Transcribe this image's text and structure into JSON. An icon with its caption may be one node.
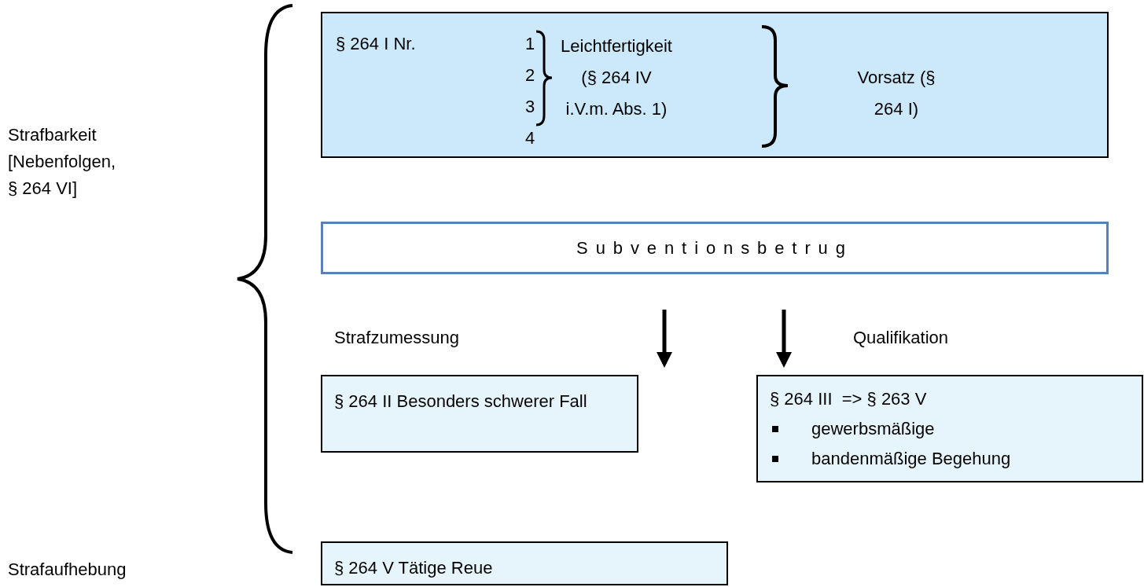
{
  "diagram": {
    "nodes": [
      {
        "text": [
          "§ 264 I Nr.",
          "1",
          "2",
          "3",
          "4",
          "Leichtfertigkeit (§ 264 IV i.V.m. Abs. 1)",
          "Vorsatz (§ 264 I)"
        ]
      },
      {
        "text": [
          "Subventionsbetrug"
        ]
      },
      {
        "text": [
          "§ 264 II Besonders schwerer Fall"
        ],
        "beside": [
          "Strafzumessung"
        ]
      },
      {
        "text": [
          "§ 264 III  => § 263 V",
          "gewerbsmäßige",
          "bandenmäßige Begehung"
        ],
        "beside": [
          "Qualifikation"
        ]
      },
      {
        "text": [
          "§ 264 V Tätige Reue"
        ]
      }
    ],
    "edges": [
      {
        "from": null,
        "to": 2,
        "arrow": "to"
      },
      {
        "from": null,
        "to": 3,
        "arrow": "to"
      }
    ],
    "labels": [
      "Strafbarkeit [Nebenfolgen, § 264 VI]",
      "Strafaufhebung"
    ]
  }
}
